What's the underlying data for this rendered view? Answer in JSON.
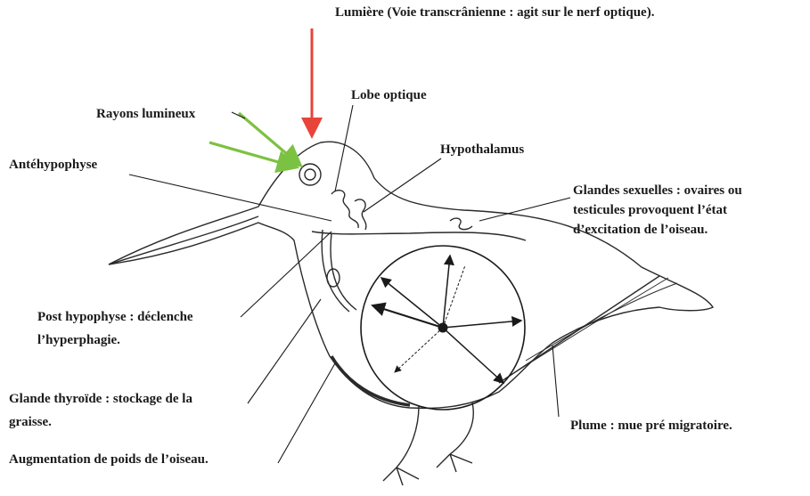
{
  "labels": {
    "lumiere": "Lumière (Voie transcrânienne : agit sur le nerf optique).",
    "lobe_optique": "Lobe optique",
    "rayons": "Rayons lumineux",
    "hypothalamus": "Hypothalamus",
    "antehypophyse": "Antéhypophyse",
    "glandes_l1": "Glandes sexuelles : ovaires ou",
    "glandes_l2": "testicules provoquent l’état",
    "glandes_l3": "d’excitation de l’oiseau.",
    "post_l1": "Post hypophyse : déclenche",
    "post_l2": "l’hyperphagie.",
    "thyroide_l1": "Glande thyroïde : stockage de la",
    "thyroide_l2": "graisse.",
    "augmentation": "Augmentation de poids de l’oiseau.",
    "plume": "Plume : mue pré migratoire."
  },
  "colors": {
    "light_arrow": "#e8443a",
    "rays_arrow": "#7cc242",
    "ink": "#1a1a1a"
  }
}
